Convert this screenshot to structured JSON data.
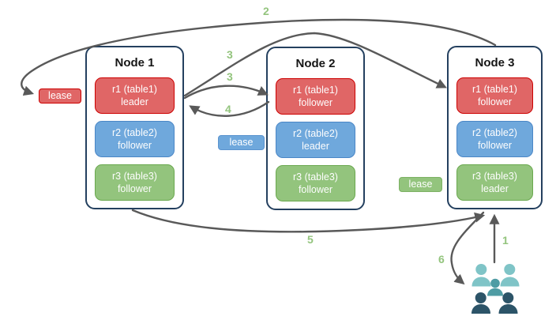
{
  "nodes": [
    {
      "title": "Node 1",
      "replicas": [
        {
          "name": "r1 (table1)",
          "role": "leader",
          "color": "#e06666"
        },
        {
          "name": "r2 (table2)",
          "role": "follower",
          "color": "#6fa8dc"
        },
        {
          "name": "r3 (table3)",
          "role": "follower",
          "color": "#93c47d"
        }
      ]
    },
    {
      "title": "Node 2",
      "replicas": [
        {
          "name": "r1 (table1)",
          "role": "follower",
          "color": "#e06666"
        },
        {
          "name": "r2 (table2)",
          "role": "leader",
          "color": "#6fa8dc"
        },
        {
          "name": "r3 (table3)",
          "role": "follower",
          "color": "#93c47d"
        }
      ]
    },
    {
      "title": "Node 3",
      "replicas": [
        {
          "name": "r1 (table1)",
          "role": "follower",
          "color": "#e06666"
        },
        {
          "name": "r2 (table2)",
          "role": "follower",
          "color": "#6fa8dc"
        },
        {
          "name": "r3 (table3)",
          "role": "leader",
          "color": "#93c47d"
        }
      ]
    }
  ],
  "leases": [
    {
      "label": "lease",
      "color": "#e06666"
    },
    {
      "label": "lease",
      "color": "#6fa8dc"
    },
    {
      "label": "lease",
      "color": "#93c47d"
    }
  ],
  "steps": [
    {
      "label": "2"
    },
    {
      "label": "3"
    },
    {
      "label": "3"
    },
    {
      "label": "4"
    },
    {
      "label": "5"
    },
    {
      "label": "1"
    },
    {
      "label": "6"
    }
  ],
  "icons": {
    "users": "users-group-icon"
  },
  "colors": {
    "arrow": "#595959",
    "step_label": "#93c47d",
    "node_border": "#24405f",
    "red_fill": "#e06666",
    "red_border": "#cc0000",
    "blue_fill": "#6fa8dc",
    "blue_border": "#4a86c6",
    "green_fill": "#93c47d",
    "green_border": "#6aa84f",
    "users_light": "#7fc4c7",
    "users_mid": "#4f9ca4",
    "users_dark": "#2c5468"
  }
}
